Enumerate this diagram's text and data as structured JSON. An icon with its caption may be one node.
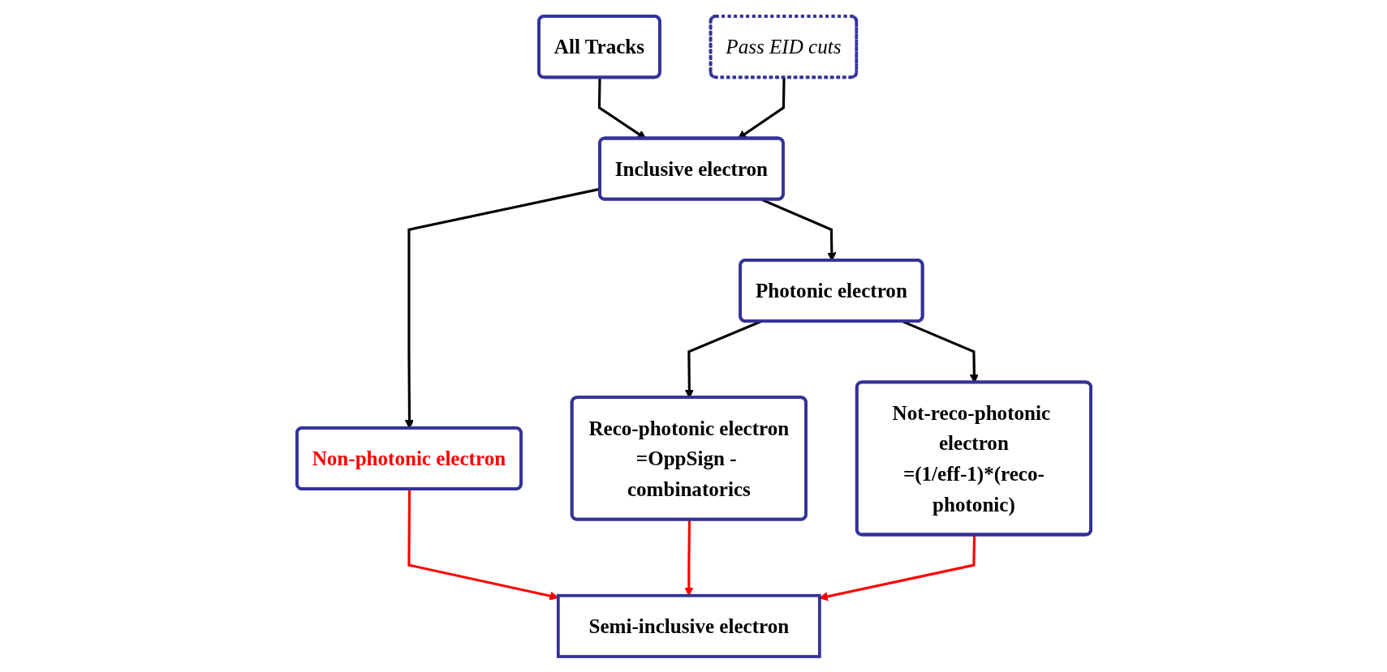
{
  "diagram": {
    "nodes": [
      {
        "text": [
          "All Tracks"
        ]
      },
      {
        "text": [
          "Pass EID cuts"
        ]
      },
      {
        "text": [
          "Inclusive electron"
        ]
      },
      {
        "text": [
          "Non-photonic electron"
        ]
      },
      {
        "text": [
          "Photonic electron"
        ]
      },
      {
        "text": [
          "Reco-photonic electron",
          "=OppSign - combinatorics"
        ]
      },
      {
        "text": [
          "Not-reco-photonic electron",
          "=(1/eff-1)*(reco-photonic)"
        ]
      },
      {
        "text": [
          "Semi-inclusive electron"
        ]
      }
    ],
    "edges": [
      {
        "from": 0,
        "to": 2,
        "arrow": "to"
      },
      {
        "from": 1,
        "to": 2,
        "arrow": "to"
      },
      {
        "from": 2,
        "to": 3,
        "arrow": "to"
      },
      {
        "from": 2,
        "to": 4,
        "arrow": "to"
      },
      {
        "from": 4,
        "to": 5,
        "arrow": "to"
      },
      {
        "from": 4,
        "to": 6,
        "arrow": "to"
      },
      {
        "from": 3,
        "to": 7,
        "arrow": "to",
        "color": "#ff0000"
      },
      {
        "from": 5,
        "to": 7,
        "arrow": "to",
        "color": "#ff0000"
      },
      {
        "from": 6,
        "to": 7,
        "arrow": "to",
        "color": "#ff0000"
      }
    ]
  }
}
